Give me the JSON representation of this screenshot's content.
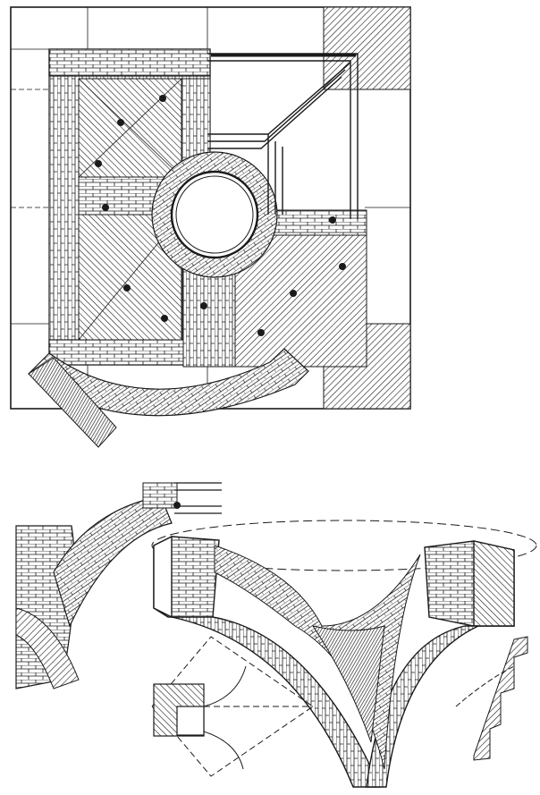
{
  "figure": {
    "ink": "#1a1a1a",
    "paper": "#ffffff",
    "panels": [
      {
        "id": "plan",
        "content": "masonry-plan-with-circular-oculus"
      },
      {
        "id": "arch-section",
        "content": "arch-springing-section"
      },
      {
        "id": "pendentive-view",
        "content": "brick-pendentive-perspective"
      },
      {
        "id": "inset-plan",
        "content": "small-corner-plan-detail"
      }
    ]
  }
}
